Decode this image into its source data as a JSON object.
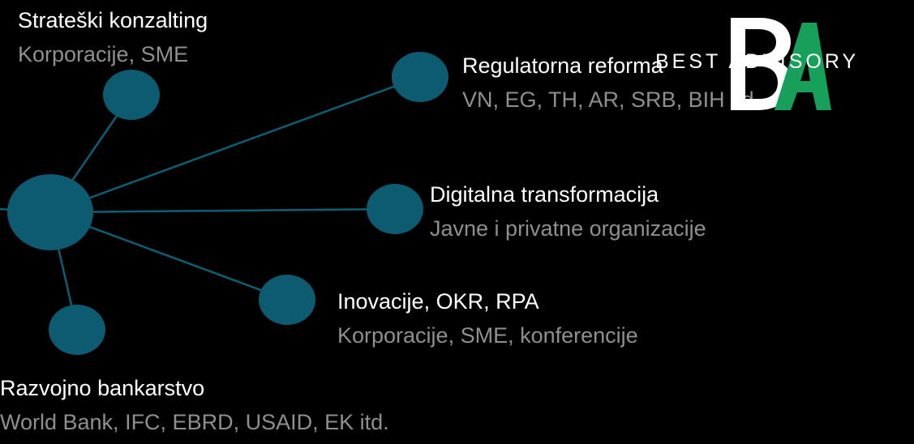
{
  "colors": {
    "background": "#000000",
    "node": "#0d5b70",
    "edge": "#0e5f74",
    "title": "#ffffff",
    "subtitle": "#8f8f8f",
    "logo_green": "#16a05a"
  },
  "brand": {
    "name": "BEST ADVISORY",
    "monogram": "BA"
  },
  "services": [
    {
      "title": "Strateški konzalting",
      "subtitle": "Korporacije, SME"
    },
    {
      "title": "Regulatorna reforma",
      "subtitle": "VN, EG, TH, AR, SRB, BIH itd."
    },
    {
      "title": "Digitalna transformacija",
      "subtitle": "Javne i privatne organizacije"
    },
    {
      "title": "Inovacije, OKR, RPA",
      "subtitle": "Korporacije, SME, konferencije"
    },
    {
      "title": "Razvojno bankarstvo",
      "subtitle": "World Bank, IFC, EBRD, USAID, EK itd."
    }
  ]
}
